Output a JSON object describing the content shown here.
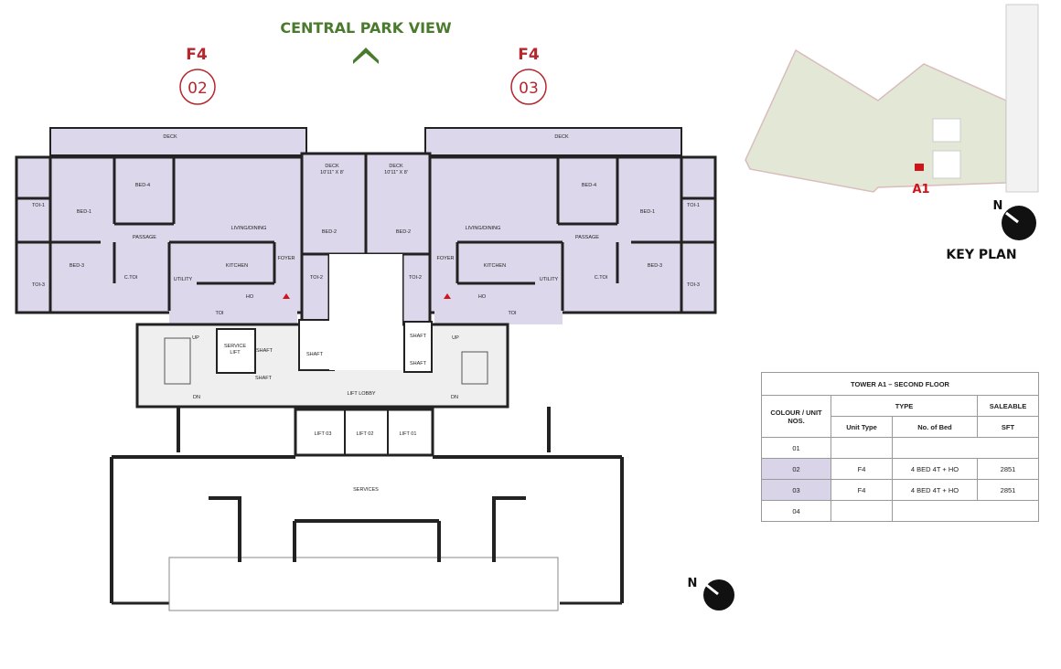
{
  "header": {
    "view_label": "CENTRAL PARK VIEW",
    "view_color": "#4a7a2e"
  },
  "units": [
    {
      "type": "F4",
      "number": "02",
      "color": "#b5272d"
    },
    {
      "type": "F4",
      "number": "03",
      "color": "#b5272d"
    }
  ],
  "colors": {
    "unit_fill": "#dcd7ea",
    "core_fill": "#efefef",
    "wall": "#222222"
  },
  "rooms": {
    "deck": "DECK",
    "bed1": "BED-1",
    "bed2": "BED-2",
    "bed3": "BED-3",
    "bed4": "BED-4",
    "living": "LIVING/DINING",
    "passage": "PASSAGE",
    "kitchen": "KITCHEN",
    "foyer": "FOYER",
    "utility": "UTILITY",
    "ctoi": "C.TOI",
    "toi1": "TOI-1",
    "toi2": "TOI-2",
    "toi3": "TOI-3",
    "ho": "HO",
    "toi": "TOI",
    "small_deck": "DECK",
    "small_deck_size": "10'11\" X 8'"
  },
  "core": {
    "service_lift_1": "SERVICE",
    "service_lift_2": "LIFT",
    "shaft": "SHAFT",
    "lift_lobby": "LIFT LOBBY",
    "up": "UP",
    "dn": "DN",
    "lift_03": "LIFT 03",
    "lift_02": "LIFT 02",
    "lift_01": "LIFT 01",
    "services": "SERVICES"
  },
  "north_label": "N",
  "key_plan": {
    "title": "KEY PLAN",
    "tower": "A1",
    "north_label": "N",
    "marker_color": "#d0141a"
  },
  "table": {
    "title": "TOWER A1 – SECOND FLOOR",
    "col_unit": "COLOUR / UNIT NOS.",
    "col_type": "TYPE",
    "col_saleable": "SALEABLE",
    "sub_unit_type": "Unit Type",
    "sub_beds": "No. of Bed",
    "sub_sft": "SFT",
    "rows": [
      {
        "unit": "01",
        "type": "",
        "beds": "",
        "sft": "",
        "highlight": false
      },
      {
        "unit": "02",
        "type": "F4",
        "beds": "4 BED  4T + HO",
        "sft": "2851",
        "highlight": true
      },
      {
        "unit": "03",
        "type": "F4",
        "beds": "4 BED  4T + HO",
        "sft": "2851",
        "highlight": true
      },
      {
        "unit": "04",
        "type": "",
        "beds": "",
        "sft": "",
        "highlight": false
      }
    ]
  }
}
